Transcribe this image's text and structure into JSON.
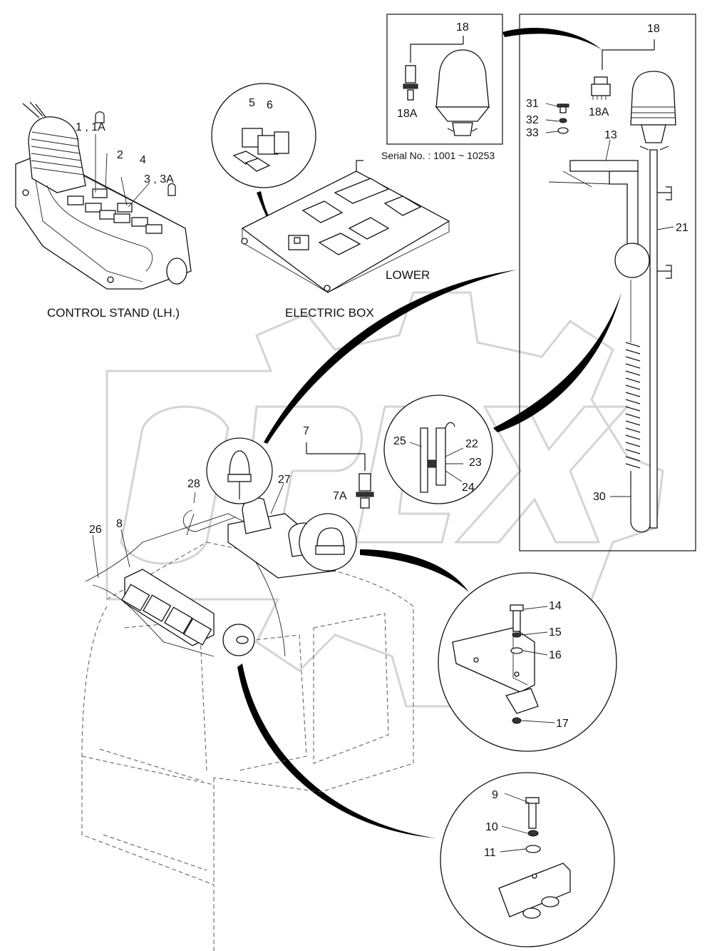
{
  "captions": {
    "control_stand": "CONTROL STAND (LH.)",
    "electric_box": "ELECTRIC BOX",
    "lower": "LOWER",
    "serial": "Serial No. : 1001 ~ 10253"
  },
  "part_numbers": {
    "p1_1a": "1 , 1A",
    "p2": "2",
    "p3_3a": "3 , 3A",
    "p4": "4",
    "p5": "5",
    "p6": "6",
    "p7": "7",
    "p7a": "7A",
    "p8": "8",
    "p9": "9",
    "p10": "10",
    "p11": "11",
    "p13": "13",
    "p14": "14",
    "p15": "15",
    "p16": "16",
    "p17": "17",
    "p18_inset": "18",
    "p18a_inset": "18A",
    "p18_right": "18",
    "p18a_right": "18A",
    "p21": "21",
    "p22": "22",
    "p23": "23",
    "p24": "24",
    "p25": "25",
    "p26": "26",
    "p27": "27",
    "p28": "28",
    "p30": "30",
    "p31": "31",
    "p32": "32",
    "p33": "33"
  }
}
